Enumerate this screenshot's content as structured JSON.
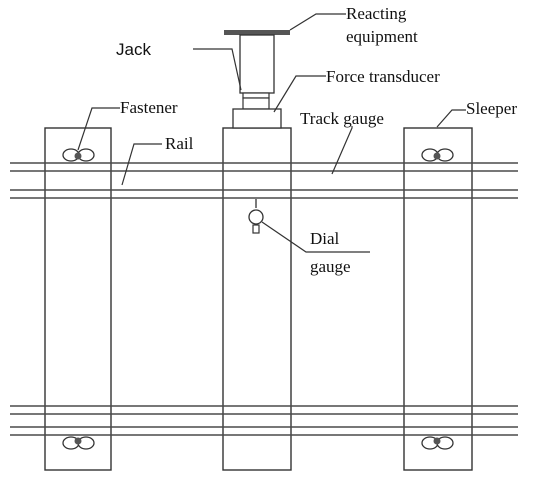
{
  "labels": {
    "reacting_equipment_1": "Reacting",
    "reacting_equipment_2": "equipment",
    "jack": "Jack",
    "force_transducer": "Force transducer",
    "fastener": "Fastener",
    "track_gauge": "Track gauge",
    "sleeper": "Sleeper",
    "rail": "Rail",
    "dial_gauge_1": "Dial",
    "dial_gauge_2": "gauge"
  },
  "colors": {
    "line": "#333333",
    "rail": "#4a4a4a",
    "reacting_plate": "#555555",
    "fastener_dot": "#555555"
  }
}
